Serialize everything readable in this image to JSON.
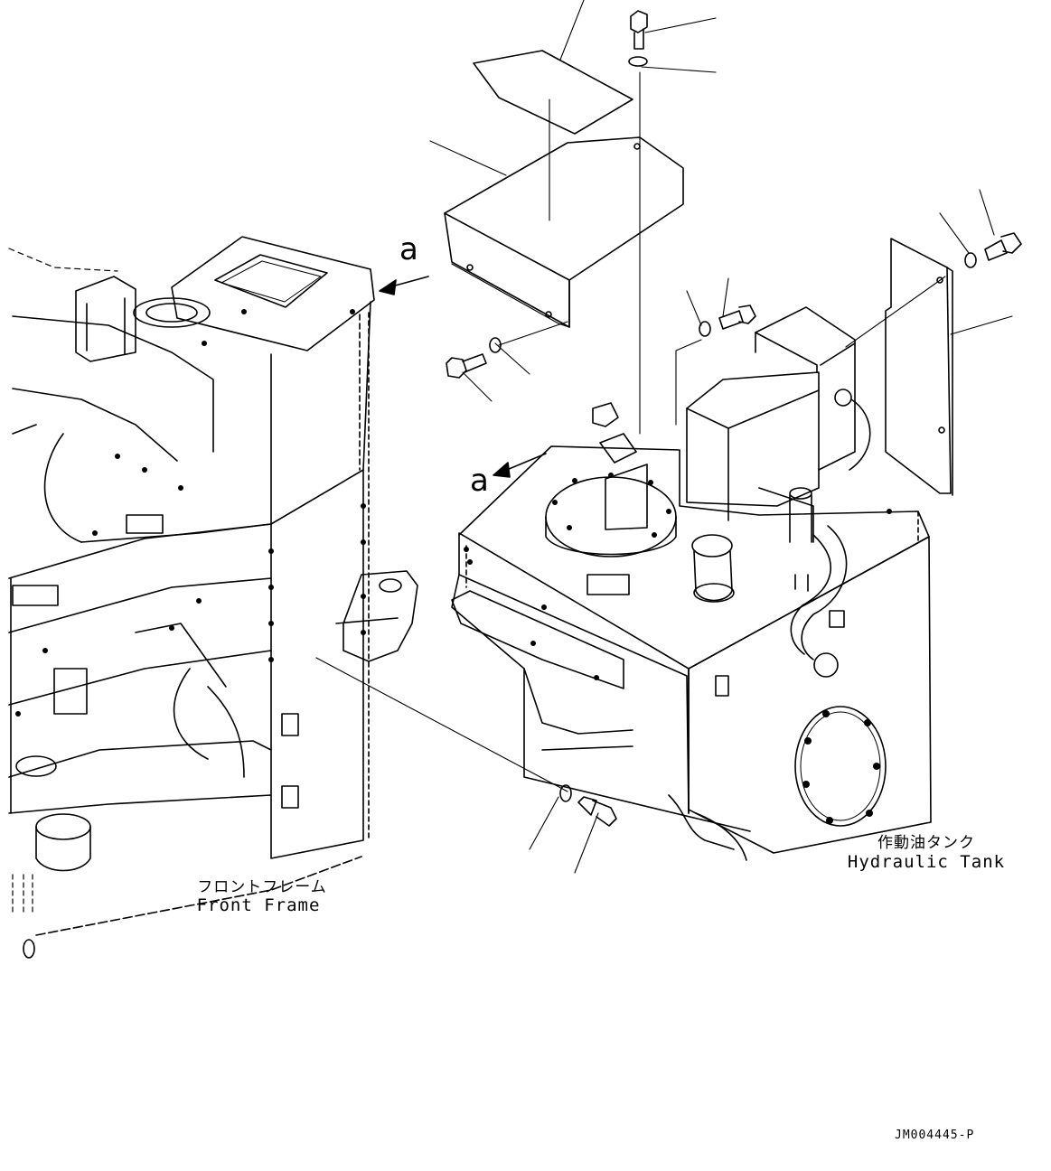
{
  "labels": {
    "front_frame_jp": "フロントフレーム",
    "front_frame_en": "Front Frame",
    "hydraulic_tank_jp": "作動油タンク",
    "hydraulic_tank_en": "Hydraulic Tank"
  },
  "view_markers": {
    "top": "a",
    "middle": "a"
  },
  "drawing_code": "JM004445-P"
}
